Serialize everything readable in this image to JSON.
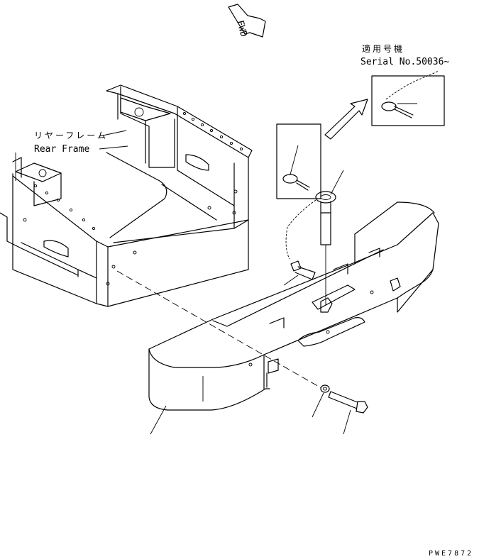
{
  "direction": {
    "label": "FWD"
  },
  "rear_frame": {
    "label_jp": "リヤーフレーム",
    "label_en": "Rear Frame"
  },
  "serial": {
    "label_jp": "適用号機",
    "label_en": "Serial No.50036~"
  },
  "drawing_code": "PWE7872"
}
